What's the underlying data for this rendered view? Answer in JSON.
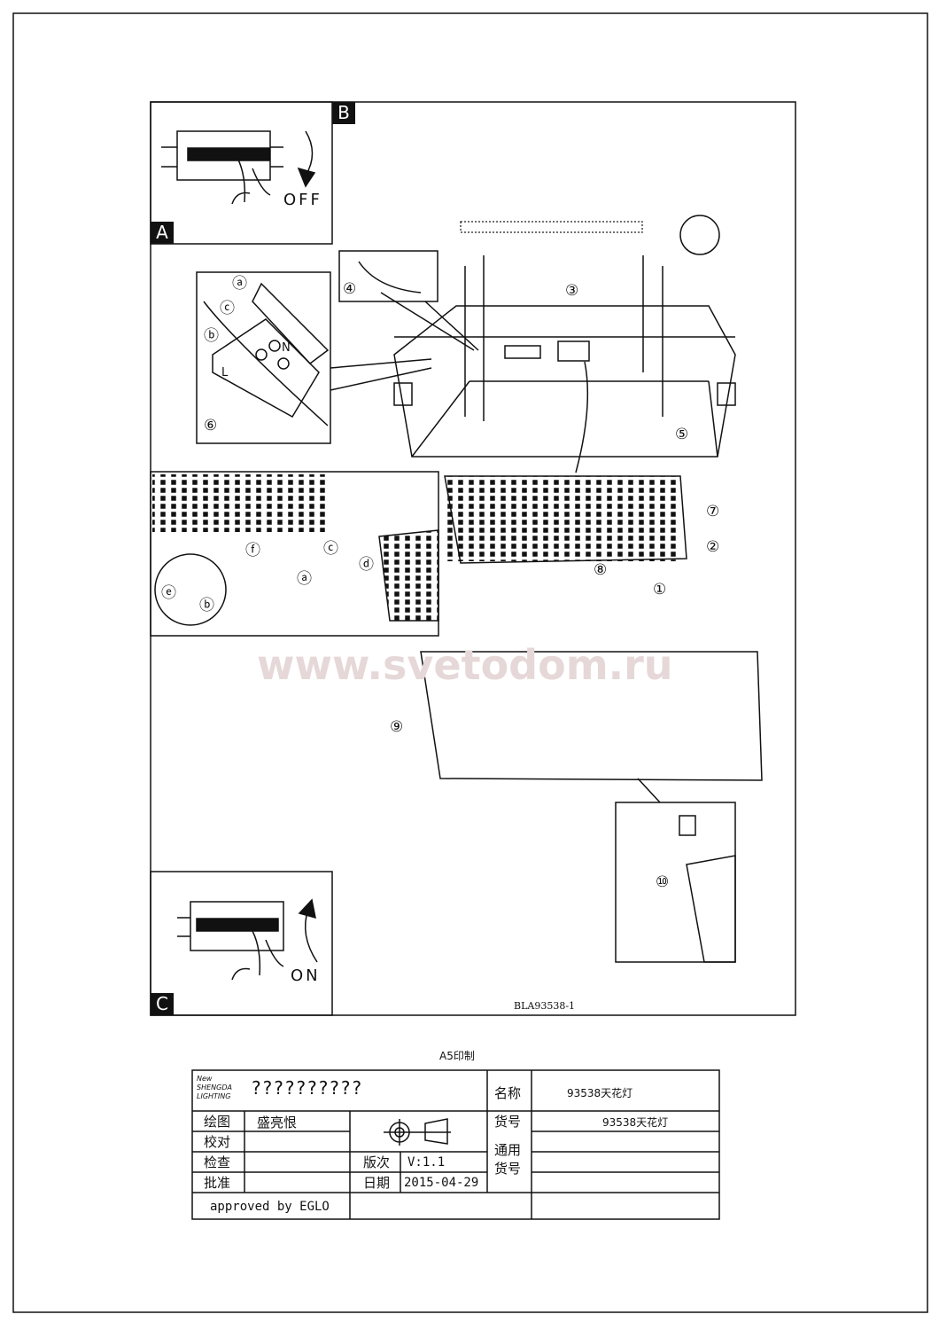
{
  "panels": {
    "label_a": "A",
    "label_b": "B",
    "label_c": "C",
    "off_text": "OFF",
    "on_text": "ON"
  },
  "steps": [
    "①",
    "②",
    "③",
    "④",
    "⑤",
    "⑥",
    "⑦",
    "⑧",
    "⑨",
    "⑩"
  ],
  "letters": {
    "a": "ⓐ",
    "b": "ⓑ",
    "c": "ⓒ",
    "d": "ⓓ",
    "e": "ⓔ",
    "f": "ⓕ"
  },
  "wiring_marks": {
    "live": "L",
    "neutral": "N"
  },
  "watermark": "www.svetodom.ru",
  "drawing_code": "BLA93538-1",
  "print_note": "A5印制",
  "title_block": {
    "logo": "New SHENGDA LIGHTING",
    "company": "??????????",
    "name_label": "名称",
    "name_value": "93538天花灯",
    "drawn_label": "绘图",
    "drawn_value": "盛亮恨",
    "item_no_label": "货号",
    "item_no_value": "93538天花灯",
    "proof_label": "校对",
    "check_label": "检查",
    "approve_label": "批准",
    "version_label": "版次",
    "version_value": "V:1.1",
    "date_label": "日期",
    "date_value": "2015-04-29",
    "general_label": "通用货号",
    "approved_by": "approved by EGLO"
  }
}
